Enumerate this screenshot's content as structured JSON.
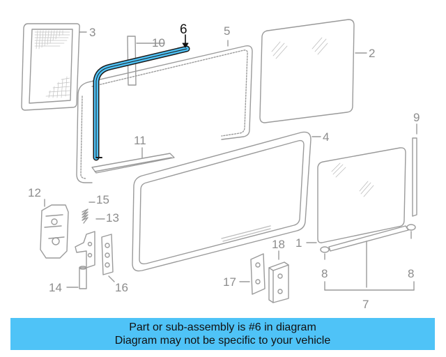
{
  "diagram": {
    "highlighted_part": "6",
    "callouts": {
      "p1": "1",
      "p2": "2",
      "p3": "3",
      "p4": "4",
      "p5": "5",
      "p6": "6",
      "p7": "7",
      "p8a": "8",
      "p8b": "8",
      "p9": "9",
      "p10": "10",
      "p11": "11",
      "p12": "12",
      "p13": "13",
      "p14": "14",
      "p15": "15",
      "p16": "16",
      "p17": "17",
      "p18": "18"
    },
    "highlight_color": "#4fc3f7"
  },
  "footer": {
    "line1": "Part or sub-assembly is #6 in diagram",
    "line2": "Diagram may not be specific to your vehicle",
    "background": "#4fc3f7"
  }
}
